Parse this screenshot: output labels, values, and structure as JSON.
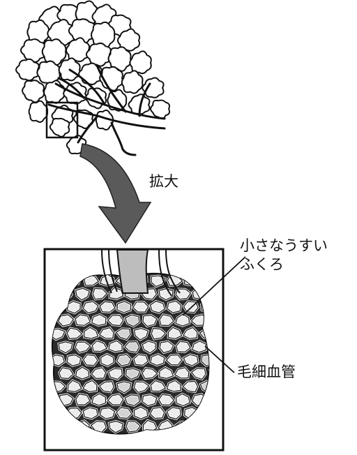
{
  "labels": {
    "zoom": "拡大",
    "sac_line1": "小さなうすい",
    "sac_line2": "ふくろ",
    "capillary": "毛細血管"
  },
  "colors": {
    "ink": "#111111",
    "arrow_fill": "#5a5a5a",
    "lobe_fill": "#ffffff",
    "alveolus_fill": "#ececec",
    "dark_gap": "#2a2a2a"
  },
  "icons": {
    "tree": "bronchial-tree-icon",
    "arrow": "curved-arrow-icon",
    "cluster": "alveoli-cluster-icon"
  }
}
